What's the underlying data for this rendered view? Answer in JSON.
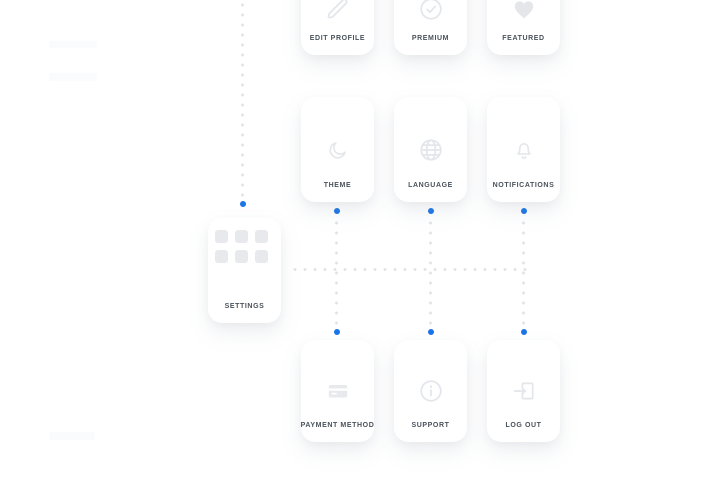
{
  "diagram": {
    "title_hidden": "settings navigation flow",
    "nodes": {
      "edit_profile": {
        "label": "EDIT PROFILE",
        "icon": "pencil-icon"
      },
      "premium": {
        "label": "PREMIUM",
        "icon": "check-circle-icon"
      },
      "featured": {
        "label": "FEATURED",
        "icon": "heart-icon"
      },
      "theme": {
        "label": "THEME",
        "icon": "moon-icon"
      },
      "language": {
        "label": "LANGUAGE",
        "icon": "globe-icon"
      },
      "notifications": {
        "label": "NOTIFICATIONS",
        "icon": "bell-icon"
      },
      "settings": {
        "label": "SETTINGS",
        "icon": "grid-icon"
      },
      "payment_method": {
        "label": "PAYMENT METHOD",
        "icon": "credit-card-icon"
      },
      "support": {
        "label": "SUPPORT",
        "icon": "info-circle-icon"
      },
      "log_out": {
        "label": "LOG OUT",
        "icon": "logout-icon"
      }
    },
    "colors": {
      "background": "#ffffff",
      "card": "#ffffff",
      "icon_gray": "#e3e6ea",
      "label_text": "#49525b",
      "connector_dot": "#e1e3e7",
      "anchor_dot_blue": "#1b74e8"
    }
  }
}
